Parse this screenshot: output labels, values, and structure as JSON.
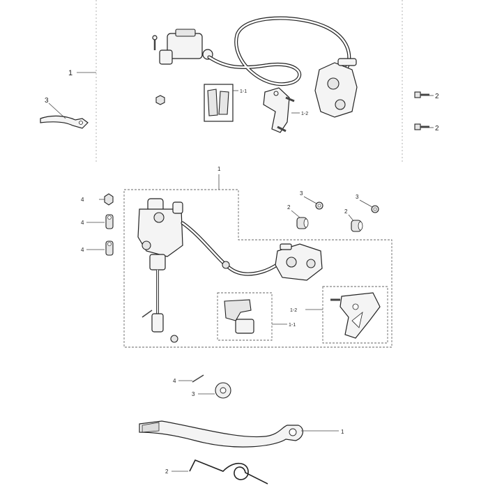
{
  "top": {
    "main": "1",
    "sub1": "1-1",
    "sub2": "1-2",
    "lever": "3",
    "bolt_a": "2",
    "bolt_b": "2"
  },
  "middle": {
    "main": "1",
    "bolt_a": "3",
    "bolt_b": "3",
    "collar_a": "2",
    "collar_b": "2",
    "nut": "4",
    "bolt_c": "4",
    "bolt_d": "4",
    "sub2": "1-2",
    "sub1": "1-1"
  },
  "bottom": {
    "pin": "4",
    "washer": "3",
    "pedal": "1",
    "spring": "2"
  }
}
